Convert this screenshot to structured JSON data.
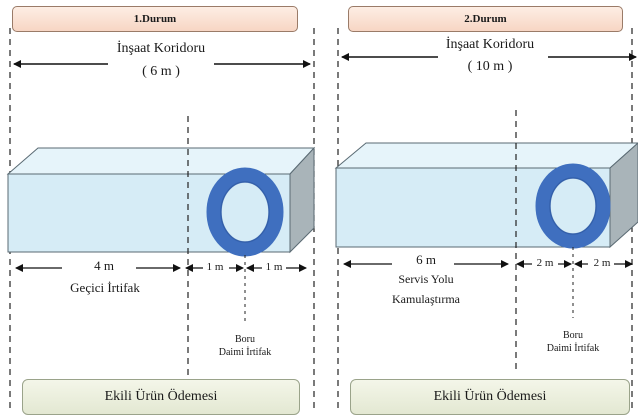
{
  "colors": {
    "box_front": "#d6ecf6",
    "box_top": "#e6f4fa",
    "box_side": "#a9b4b9",
    "box_stroke": "#5a6a73",
    "pipe_ring": "#3f6fbf",
    "pipe_ring_dark": "#2c559c",
    "arrow": "#111111",
    "dashed_line": "#222222"
  },
  "panels": [
    {
      "title": "1.Durum",
      "corridor_label": "İnşaat Koridoru",
      "corridor_width": "( 6 m )",
      "segments": [
        {
          "value": "4 m",
          "caption": "Geçici İrtifak"
        },
        {
          "value": "1 m"
        },
        {
          "value": "1 m"
        }
      ],
      "pipe_caption": [
        "Boru",
        "Daimi İrtifak"
      ],
      "payment": "Ekili Ürün Ödemesi"
    },
    {
      "title": "2.Durum",
      "corridor_label": "İnşaat Koridoru",
      "corridor_width": "( 10 m )",
      "segments": [
        {
          "value": "6 m",
          "caption": [
            "Servis Yolu",
            "Kamulaştırma"
          ]
        },
        {
          "value": "2 m"
        },
        {
          "value": "2 m"
        }
      ],
      "pipe_caption": [
        "Boru",
        "Daimi İrtifak"
      ],
      "payment": "Ekili Ürün Ödemesi"
    }
  ]
}
